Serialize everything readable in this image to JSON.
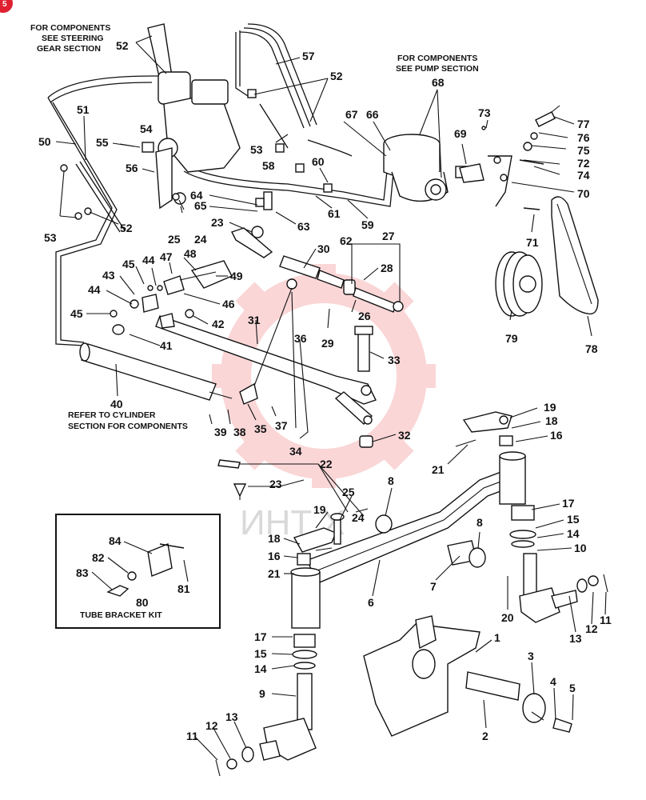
{
  "captions": {
    "steering_gear": [
      "FOR COMPONENTS",
      "SEE STEERING",
      "GEAR SECTION"
    ],
    "pump": [
      "FOR COMPONENTS",
      "SEE PUMP SECTION"
    ],
    "cylinder": [
      "REFER TO CYLINDER",
      "SECTION FOR COMPONENTS"
    ],
    "kit": "TUBE BRACKET KIT"
  },
  "watermark": "ИНТ Х",
  "corner_badge": "5",
  "part_numbers": [
    {
      "id": "n52a",
      "text": "52"
    },
    {
      "id": "n57",
      "text": "57"
    },
    {
      "id": "n52b",
      "text": "52"
    },
    {
      "id": "n68",
      "text": "68"
    },
    {
      "id": "n51",
      "text": "51"
    },
    {
      "id": "n50",
      "text": "50"
    },
    {
      "id": "n54",
      "text": "54"
    },
    {
      "id": "n55",
      "text": "55"
    },
    {
      "id": "n56",
      "text": "56"
    },
    {
      "id": "n53a",
      "text": "53"
    },
    {
      "id": "n58",
      "text": "58"
    },
    {
      "id": "n60",
      "text": "60"
    },
    {
      "id": "n67",
      "text": "67"
    },
    {
      "id": "n66",
      "text": "66"
    },
    {
      "id": "n73",
      "text": "73"
    },
    {
      "id": "n69",
      "text": "69"
    },
    {
      "id": "n77",
      "text": "77"
    },
    {
      "id": "n76",
      "text": "76"
    },
    {
      "id": "n75",
      "text": "75"
    },
    {
      "id": "n72",
      "text": "72"
    },
    {
      "id": "n74",
      "text": "74"
    },
    {
      "id": "n70",
      "text": "70"
    },
    {
      "id": "n64",
      "text": "64"
    },
    {
      "id": "n65",
      "text": "65"
    },
    {
      "id": "n23a",
      "text": "23"
    },
    {
      "id": "n63",
      "text": "63"
    },
    {
      "id": "n61",
      "text": "61"
    },
    {
      "id": "n59",
      "text": "59"
    },
    {
      "id": "n62",
      "text": "62"
    },
    {
      "id": "n53b",
      "text": "53"
    },
    {
      "id": "n52c",
      "text": "52"
    },
    {
      "id": "n25a",
      "text": "25"
    },
    {
      "id": "n24a",
      "text": "24"
    },
    {
      "id": "n71",
      "text": "71"
    },
    {
      "id": "n30",
      "text": "30"
    },
    {
      "id": "n27",
      "text": "27"
    },
    {
      "id": "n28",
      "text": "28"
    },
    {
      "id": "n45a",
      "text": "45"
    },
    {
      "id": "n44a",
      "text": "44"
    },
    {
      "id": "n47",
      "text": "47"
    },
    {
      "id": "n48",
      "text": "48"
    },
    {
      "id": "n49",
      "text": "49"
    },
    {
      "id": "n43",
      "text": "43"
    },
    {
      "id": "n44b",
      "text": "44"
    },
    {
      "id": "n45b",
      "text": "45"
    },
    {
      "id": "n46",
      "text": "46"
    },
    {
      "id": "n42",
      "text": "42"
    },
    {
      "id": "n26",
      "text": "26"
    },
    {
      "id": "n36",
      "text": "36"
    },
    {
      "id": "n29",
      "text": "29"
    },
    {
      "id": "n31",
      "text": "31"
    },
    {
      "id": "n41",
      "text": "41"
    },
    {
      "id": "n33",
      "text": "33"
    },
    {
      "id": "n79",
      "text": "79"
    },
    {
      "id": "n78",
      "text": "78"
    },
    {
      "id": "n40",
      "text": "40"
    },
    {
      "id": "n37",
      "text": "37"
    },
    {
      "id": "n39",
      "text": "39"
    },
    {
      "id": "n38",
      "text": "38"
    },
    {
      "id": "n35",
      "text": "35"
    },
    {
      "id": "n19a",
      "text": "19"
    },
    {
      "id": "n18a",
      "text": "18"
    },
    {
      "id": "n16a",
      "text": "16"
    },
    {
      "id": "n32",
      "text": "32"
    },
    {
      "id": "n34",
      "text": "34"
    },
    {
      "id": "n21a",
      "text": "21"
    },
    {
      "id": "n22",
      "text": "22"
    },
    {
      "id": "n23b",
      "text": "23"
    },
    {
      "id": "n8a",
      "text": "8"
    },
    {
      "id": "n25b",
      "text": "25"
    },
    {
      "id": "n24b",
      "text": "24"
    },
    {
      "id": "n19b",
      "text": "19"
    },
    {
      "id": "n17a",
      "text": "17"
    },
    {
      "id": "n15a",
      "text": "15"
    },
    {
      "id": "n14a",
      "text": "14"
    },
    {
      "id": "n10",
      "text": "10"
    },
    {
      "id": "n8b",
      "text": "8"
    },
    {
      "id": "n84",
      "text": "84"
    },
    {
      "id": "n82",
      "text": "82"
    },
    {
      "id": "n83",
      "text": "83"
    },
    {
      "id": "n80",
      "text": "80"
    },
    {
      "id": "n81",
      "text": "81"
    },
    {
      "id": "n18b",
      "text": "18"
    },
    {
      "id": "n16b",
      "text": "16"
    },
    {
      "id": "n21b",
      "text": "21"
    },
    {
      "id": "n7",
      "text": "7"
    },
    {
      "id": "n6",
      "text": "6"
    },
    {
      "id": "n20",
      "text": "20"
    },
    {
      "id": "n13a",
      "text": "13"
    },
    {
      "id": "n12a",
      "text": "12"
    },
    {
      "id": "n11a",
      "text": "11"
    },
    {
      "id": "n17b",
      "text": "17"
    },
    {
      "id": "n15b",
      "text": "15"
    },
    {
      "id": "n14b",
      "text": "14"
    },
    {
      "id": "n1",
      "text": "1"
    },
    {
      "id": "n3",
      "text": "3"
    },
    {
      "id": "n4",
      "text": "4"
    },
    {
      "id": "n5",
      "text": "5"
    },
    {
      "id": "n9",
      "text": "9"
    },
    {
      "id": "n2",
      "text": "2"
    },
    {
      "id": "n11b",
      "text": "11"
    },
    {
      "id": "n12b",
      "text": "12"
    },
    {
      "id": "n13b",
      "text": "13"
    }
  ]
}
